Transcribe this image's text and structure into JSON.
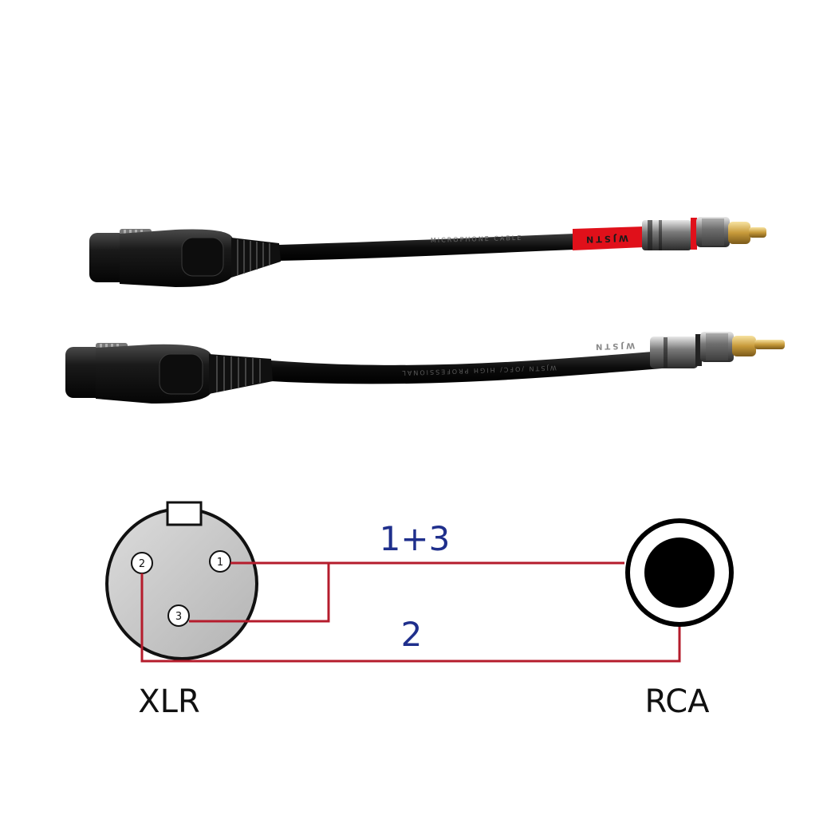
{
  "cables": {
    "brand": "WJSTN",
    "jacket_print_top": "MICROPHONE CABLE",
    "jacket_print_bottom": "WJSTN /OFC/ HIGH PROFESSIONAL",
    "top_band_color": "#e0101a",
    "bottom_band_color": "#111111"
  },
  "diagram": {
    "xlr": {
      "caption": "XLR",
      "pins": [
        {
          "id": "pin-1",
          "label": "1"
        },
        {
          "id": "pin-2",
          "label": "2"
        },
        {
          "id": "pin-3",
          "label": "3"
        }
      ]
    },
    "rca": {
      "caption": "RCA"
    },
    "wires": {
      "signal_label": "1+3",
      "ground_label": "2",
      "wire_color": "#b51c2c",
      "label_color": "#1f2f8c"
    }
  }
}
